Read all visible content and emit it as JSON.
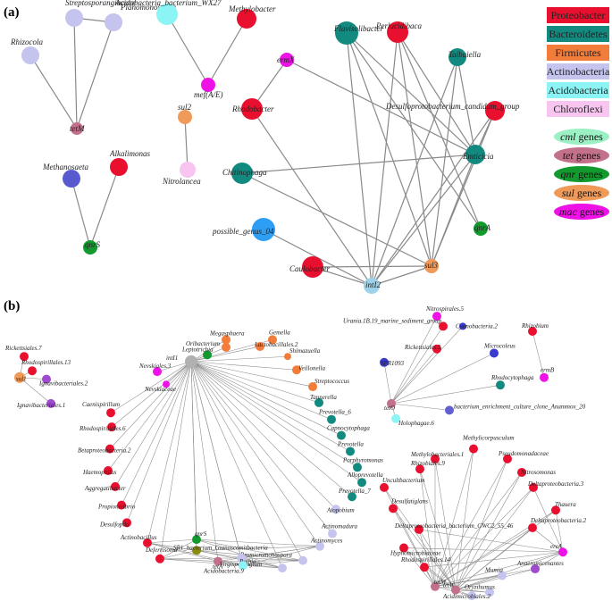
{
  "panels": [
    {
      "label": "(a)"
    },
    {
      "label": "(b)"
    }
  ],
  "legend": {
    "taxa": [
      {
        "name": "Proteobacter",
        "color": "#e8102e"
      },
      {
        "name": "Bacteroidetes",
        "color": "#138a80"
      },
      {
        "name": "Firmicutes",
        "color": "#f27d3a"
      },
      {
        "name": "Actinobacteria",
        "color": "#c4c4ee"
      },
      {
        "name": "Acidobacteria",
        "color": "#8cf4f4"
      },
      {
        "name": "Chloroflexi",
        "color": "#f8c4f0"
      }
    ],
    "genes": [
      {
        "name": "cml",
        "suffix": " genes",
        "color": "#9bf0c4"
      },
      {
        "name": "tet",
        "suffix": " genes",
        "color": "#c3708a"
      },
      {
        "name": "qnr",
        "suffix": " genes",
        "color": "#139a2e"
      },
      {
        "name": "sul",
        "suffix": " genes",
        "color": "#f09a5a"
      },
      {
        "name": "mac",
        "suffix": " genes",
        "color": "#ee12e6"
      }
    ]
  },
  "network_a": {
    "nodes": [
      {
        "id": "strep",
        "label": "Streptosporangiaceae",
        "color": "#c4c4ee"
      },
      {
        "id": "plano",
        "label": "Planomonospora",
        "color": "#c4c4ee"
      },
      {
        "id": "rhizo",
        "label": "Rhizocola",
        "color": "#c4c4ee"
      },
      {
        "id": "tetM",
        "label": "tetM",
        "color": "#c3708a"
      },
      {
        "id": "alkali",
        "label": "Alkalimonas",
        "color": "#e8102e"
      },
      {
        "id": "methano",
        "label": "Methanosaeta",
        "color": "#5a5ad0"
      },
      {
        "id": "qnrS",
        "label": "qnrS",
        "color": "#139a2e"
      },
      {
        "id": "acido",
        "label": "Acidobacteria_bacterium_WX27",
        "color": "#8cf4f4"
      },
      {
        "id": "methylo",
        "label": "Methylobacter",
        "color": "#e8102e"
      },
      {
        "id": "mefAE",
        "label": "mef(A/E)",
        "color": "#ee12e6"
      },
      {
        "id": "sul2",
        "label": "sul2",
        "color": "#f09a5a"
      },
      {
        "id": "nitro",
        "label": "Nitrolancea",
        "color": "#f8c4f0"
      },
      {
        "id": "flavo",
        "label": "Flavisolibacter",
        "color": "#138a80"
      },
      {
        "id": "perlu",
        "label": "Perlucidibaca",
        "color": "#e8102e"
      },
      {
        "id": "ermx",
        "label": "ermX",
        "color": "#ee12e6"
      },
      {
        "id": "taiba",
        "label": "Taibaiella",
        "color": "#138a80"
      },
      {
        "id": "rhodo",
        "label": "Rhodobacter",
        "color": "#e8102e"
      },
      {
        "id": "desulfo",
        "label": "Desulfoprotobacterium_candidum_group",
        "color": "#e8102e"
      },
      {
        "id": "chitino",
        "label": "Chitinophaga",
        "color": "#138a80"
      },
      {
        "id": "emticicia",
        "label": "Emticicia",
        "color": "#138a80"
      },
      {
        "id": "qnrA",
        "label": "qnrA",
        "color": "#139a2e"
      },
      {
        "id": "possible",
        "label": "possible_genus_04",
        "color": "#2e9ef4"
      },
      {
        "id": "caulo",
        "label": "Caulobacter",
        "color": "#e8102e"
      },
      {
        "id": "sul3",
        "label": "sul3",
        "color": "#f09a5a"
      },
      {
        "id": "intI2",
        "label": "intI2",
        "color": "#9ed2ea"
      }
    ]
  },
  "network_b": {
    "nodes": [
      {
        "id": "megasph",
        "label": "Megasphaera",
        "color": "#f27d3a"
      },
      {
        "id": "gemella",
        "label": "Gemella",
        "color": "#f27d3a"
      },
      {
        "id": "oribact",
        "label": "Oribacterium",
        "color": "#f27d3a"
      },
      {
        "id": "lacto2",
        "label": "Lactobacillales.2",
        "color": "#f27d3a"
      },
      {
        "id": "leptot",
        "label": "Leptotrichia",
        "color": "#139a2e"
      },
      {
        "id": "shimaz",
        "label": "Shimazuella",
        "color": "#f27d3a"
      },
      {
        "id": "intI1",
        "label": "intI1",
        "color": "#b0b0b0"
      },
      {
        "id": "veillon",
        "label": "Veillonella",
        "color": "#f27d3a"
      },
      {
        "id": "nvs3",
        "label": "Nevskiales.3",
        "color": "#ee12e6"
      },
      {
        "id": "streptoc",
        "label": "Streptococcus",
        "color": "#f27d3a"
      },
      {
        "id": "nevski",
        "label": "Nevskiaceae",
        "color": "#ee12e6"
      },
      {
        "id": "tannerella",
        "label": "Tannerella",
        "color": "#138a80"
      },
      {
        "id": "caenis",
        "label": "Caenispirillum",
        "color": "#e8102e"
      },
      {
        "id": "prevo6",
        "label": "Prevotella_6",
        "color": "#138a80"
      },
      {
        "id": "rhodosp6",
        "label": "Rhodospirillales.6",
        "color": "#e8102e"
      },
      {
        "id": "capno",
        "label": "Capnocytophaga",
        "color": "#138a80"
      },
      {
        "id": "betaprot2",
        "label": "Betaproteobacteria.2",
        "color": "#e8102e"
      },
      {
        "id": "prevot",
        "label": "Prevotella",
        "color": "#138a80"
      },
      {
        "id": "haemo",
        "label": "Haemophilus",
        "color": "#e8102e"
      },
      {
        "id": "porphy",
        "label": "Porphyromonas",
        "color": "#138a80"
      },
      {
        "id": "aggreg",
        "label": "Aggregatibacter",
        "color": "#e8102e"
      },
      {
        "id": "allopre",
        "label": "Alloprevotella",
        "color": "#138a80"
      },
      {
        "id": "propion",
        "label": "Propionivibrio",
        "color": "#e8102e"
      },
      {
        "id": "prevo7",
        "label": "Prevotella_7",
        "color": "#138a80"
      },
      {
        "id": "desulfop",
        "label": "Desulfopila",
        "color": "#e8102e"
      },
      {
        "id": "atopob",
        "label": "Atopobium",
        "color": "#c4c4ee"
      },
      {
        "id": "actinobac",
        "label": "Actinobacillus",
        "color": "#e8102e"
      },
      {
        "id": "actinomad",
        "label": "Actinomadura",
        "color": "#c4c4ee"
      },
      {
        "id": "deferr",
        "label": "Deferrisoma",
        "color": "#e8102e"
      },
      {
        "id": "actinomy",
        "label": "Actinomyces",
        "color": "#c4c4ee"
      },
      {
        "id": "qnrS_b",
        "label": "qnrS",
        "color": "#139a2e"
      },
      {
        "id": "sr1",
        "label": "SR1_bacterium_Gianoscomitbacteria",
        "color": "#8b8b10"
      },
      {
        "id": "promicro",
        "label": "Promicromonospora",
        "color": "#c4c4ee"
      },
      {
        "id": "tetA",
        "label": "tetA",
        "color": "#c3708a"
      },
      {
        "id": "rothia",
        "label": "Rothia",
        "color": "#c4c4ee"
      },
      {
        "id": "virgisp",
        "label": "Virgisporangium",
        "color": "#c4c4ee"
      },
      {
        "id": "acido9",
        "label": "Acidobacteria.9",
        "color": "#8cf4f4"
      },
      {
        "id": "ricket7",
        "label": "Rickettsiales.7",
        "color": "#e8102e"
      },
      {
        "id": "rhodosp13",
        "label": "Rhodospirillales.13",
        "color": "#e8102e"
      },
      {
        "id": "sul1",
        "label": "sul1",
        "color": "#f09a5a"
      },
      {
        "id": "ignavi2",
        "label": "Ignavibacteriales.2",
        "color": "#a04ad0"
      },
      {
        "id": "ignavi1",
        "label": "Ignavibacteriales.1",
        "color": "#a04ad0"
      },
      {
        "id": "nitrosp5",
        "label": "Nitrospirales.5",
        "color": "#ee12e6"
      },
      {
        "id": "urania",
        "label": "Urania.1B.19_marine_sediment_group",
        "color": "#e8102e"
      },
      {
        "id": "cyano2",
        "label": "Cyanobacteria.2",
        "color": "#3a3ad0"
      },
      {
        "id": "rhizobium",
        "label": "Rhizobium",
        "color": "#e8102e"
      },
      {
        "id": "ricket5",
        "label": "Rickettsiales.5",
        "color": "#e8102e"
      },
      {
        "id": "microcol",
        "label": "Microcoleus",
        "color": "#3a3ad0"
      },
      {
        "id": "ermB",
        "label": "ermB",
        "color": "#ee12e6"
      },
      {
        "id": "spr1093",
        "label": "SPR1093",
        "color": "#3a3ad0"
      },
      {
        "id": "rhodocyt",
        "label": "Rhodocytophaga",
        "color": "#138a80"
      },
      {
        "id": "tetO",
        "label": "tetO",
        "color": "#c3708a"
      },
      {
        "id": "bactenr",
        "label": "bacterium_enrichment_culture_clone_Anammox_20",
        "color": "#6060d0"
      },
      {
        "id": "holoph6",
        "label": "Holophagae.6",
        "color": "#8cf4f4"
      },
      {
        "id": "methylic",
        "label": "Methylicorpusculum",
        "color": "#e8102e"
      },
      {
        "id": "methylob1",
        "label": "Methylobacteriales.1",
        "color": "#e8102e"
      },
      {
        "id": "pseudomon",
        "label": "Pseudomonadaceae",
        "color": "#e8102e"
      },
      {
        "id": "rhizob9",
        "label": "Rhizobiales.9",
        "color": "#e8102e"
      },
      {
        "id": "nitrosom",
        "label": "Nitrosomonas",
        "color": "#e8102e"
      },
      {
        "id": "delta3",
        "label": "Deltaproteobacteria.3",
        "color": "#e8102e"
      },
      {
        "id": "uncult",
        "label": "Uncultbacterium",
        "color": "#e8102e"
      },
      {
        "id": "dehalo",
        "label": "Desulfatiglans",
        "color": "#e8102e"
      },
      {
        "id": "thauera",
        "label": "Thauera",
        "color": "#e8102e"
      },
      {
        "id": "deltaGWC",
        "label": "Deltaproteobacteria_bacterium_GWC2_55_46",
        "color": "#e8102e"
      },
      {
        "id": "delta2",
        "label": "Deltaproteobacteria.2",
        "color": "#e8102e"
      },
      {
        "id": "hypho",
        "label": "Hyphomicrobiaceae",
        "color": "#e8102e"
      },
      {
        "id": "ereA",
        "label": "ereA",
        "color": "#ee12e6"
      },
      {
        "id": "anaero",
        "label": "Anaeromicenantes",
        "color": "#a04ad0"
      },
      {
        "id": "rhodosp14",
        "label": "Rhodospirillales.14",
        "color": "#e8102e"
      },
      {
        "id": "mumia",
        "label": "Mumia",
        "color": "#c4c4ee"
      },
      {
        "id": "tetM_b",
        "label": "tetM",
        "color": "#c3708a"
      },
      {
        "id": "tetW",
        "label": "tetW",
        "color": "#c3708a"
      },
      {
        "id": "oryzi",
        "label": "Oryzihumus",
        "color": "#c4c4ee"
      },
      {
        "id": "acidimi",
        "label": "Acidimicrobiales.2",
        "color": "#c4c4ee"
      }
    ]
  }
}
